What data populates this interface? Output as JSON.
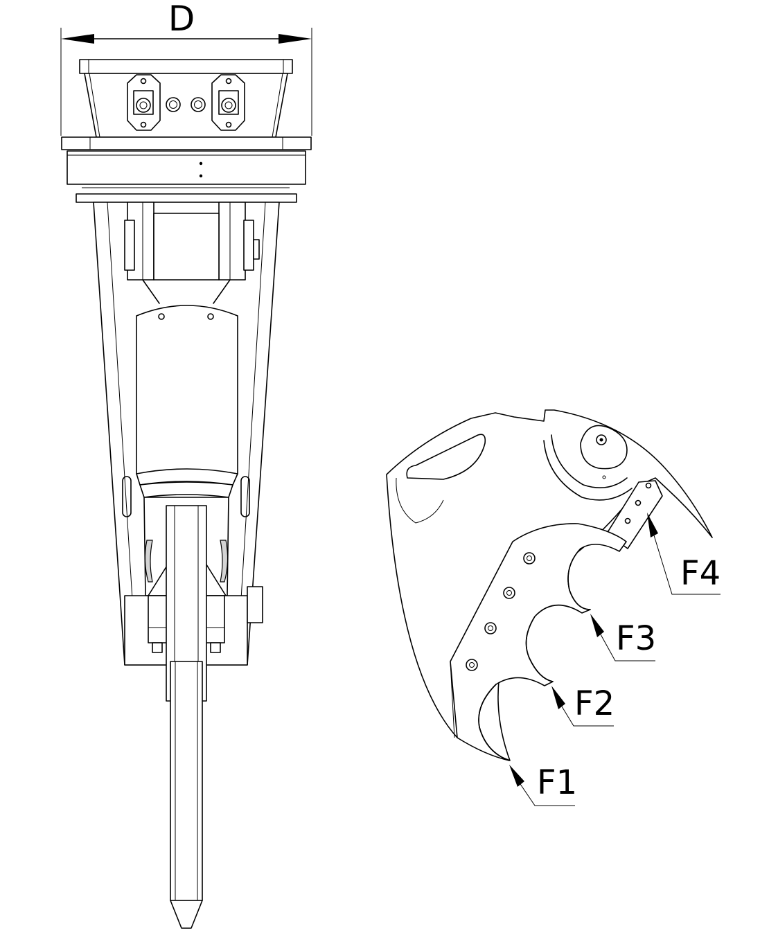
{
  "labels": {
    "dimension": "D",
    "forces": [
      "F1",
      "F2",
      "F3",
      "F4"
    ]
  },
  "colors": {
    "line": "#000000",
    "background": "#ffffff",
    "shade": "#d4d4d4"
  }
}
